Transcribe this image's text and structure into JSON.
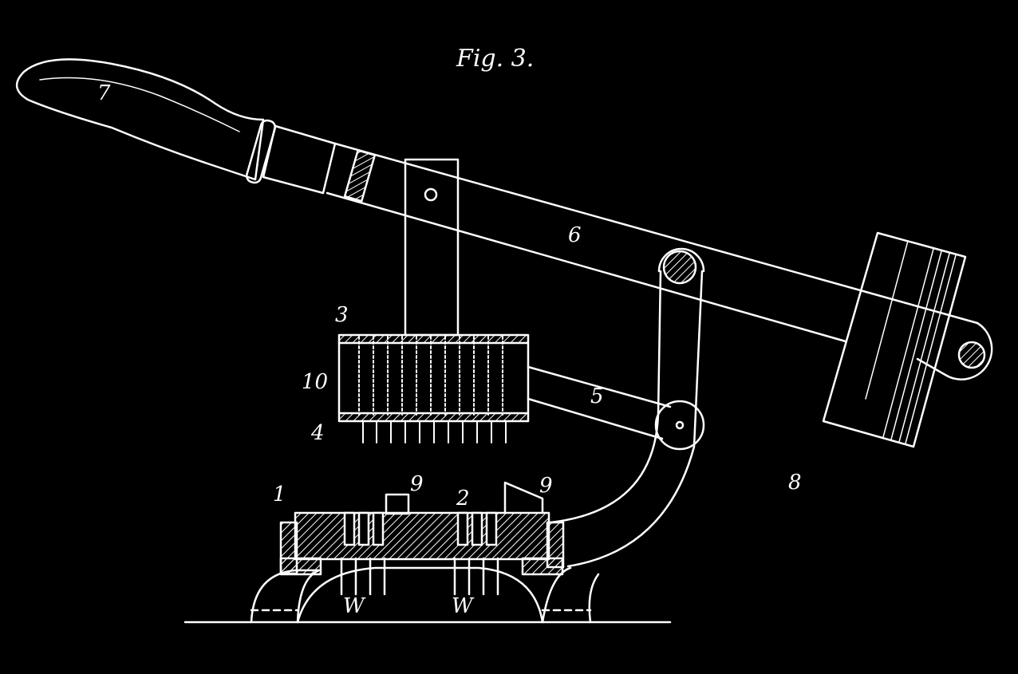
{
  "figure": {
    "title": "Fig. 3.",
    "labels": {
      "handle": "7",
      "lever": "6",
      "link": "5",
      "spring": "8",
      "top_plate": "3",
      "bottom_plate": "4",
      "pins": "10",
      "base": "1",
      "die": "2",
      "guide_left": "9",
      "guide_right": "9",
      "work_left": "W",
      "work_right": "W"
    }
  },
  "colors": {
    "background": "#000000",
    "line": "#ffffff"
  }
}
